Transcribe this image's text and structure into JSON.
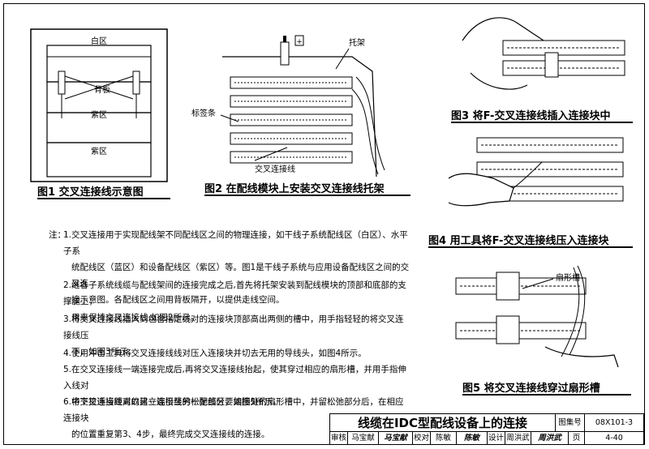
{
  "fig1": {
    "caption": "图1 交叉连接线示意图",
    "labels": {
      "white": "白区",
      "backboard": "背板",
      "purple1": "紫区",
      "purple2": "紫区"
    }
  },
  "fig2": {
    "caption": "图2 在配线模块上安装交叉连接线托架",
    "labels": {
      "bracket": "托架",
      "label_strip": "标签条",
      "cross_wire": "交叉连接线"
    }
  },
  "fig3": {
    "caption": "图3 将F-交叉连接线插入连接块中"
  },
  "fig4": {
    "caption": "图4 用工具将F-交叉连接线压入连接块"
  },
  "fig5": {
    "caption": "图5 将交叉连接线穿过扇形槽",
    "labels": {
      "fan_slot": "扇形槽"
    }
  },
  "notes": {
    "heading": "注：",
    "items": [
      {
        "line1": "1.交叉连接用于实现配线架不同配线区之间的物理连接，如干线子系统配线区（白区）、水平子系",
        "line2": "统配线区（蓝区）和设备配线区（紫区）等。图1是干线子系统与应用设备配线区之间的交叉连",
        "line3": "接示意图。各配线区之间用背板隔开，以提供走线空间。"
      },
      {
        "line1": "2.继各子系统线缆与配线架间的连接完成之后,首先将托架安装到配线模块的顶部和底部的支撑腿上，",
        "line2": "用来保持交叉连接线,如图2所示。"
      },
      {
        "line1": "3.将交叉连接线插入到包含指定线对的连接块顶部高出两侧的槽中，用手指轻轻的将交叉连接线压",
        "line2": "下，如图3所示。"
      },
      {
        "line1": "4.使用冲击工具将交叉连接线线对压入连接块并切去无用的导线头，如图4所示。"
      },
      {
        "line1": "5.在交叉连接线一端连接完成后,再将交叉连接线抬起，使其穿过相应的扇形槽，并用手指伸入线对",
        "line2": "中下拉适当距离以建立连接线的松弛部分，如图5所示。"
      },
      {
        "line1": "6.将交叉连接线对的另一端引至另一配线区要端接处的扇形槽中，并留松弛部分后，在相应连接块",
        "line2": "的位置重复第3、4步，最终完成交叉连接线的连接。"
      }
    ]
  },
  "title_block": {
    "title": "线缆在IDC型配线设备上的连接",
    "atlas_label": "图集号",
    "atlas_value": "08X101-3",
    "review_label": "审核",
    "reviewer": "马宝献",
    "reviewer_sig": "马宝献",
    "check_label": "校对",
    "checker": "陈敏",
    "checker_sig": "陈敏",
    "design_label": "设计",
    "designer": "周洪武",
    "designer_sig": "周洪武",
    "page_label": "页",
    "page_value": "4-40"
  }
}
